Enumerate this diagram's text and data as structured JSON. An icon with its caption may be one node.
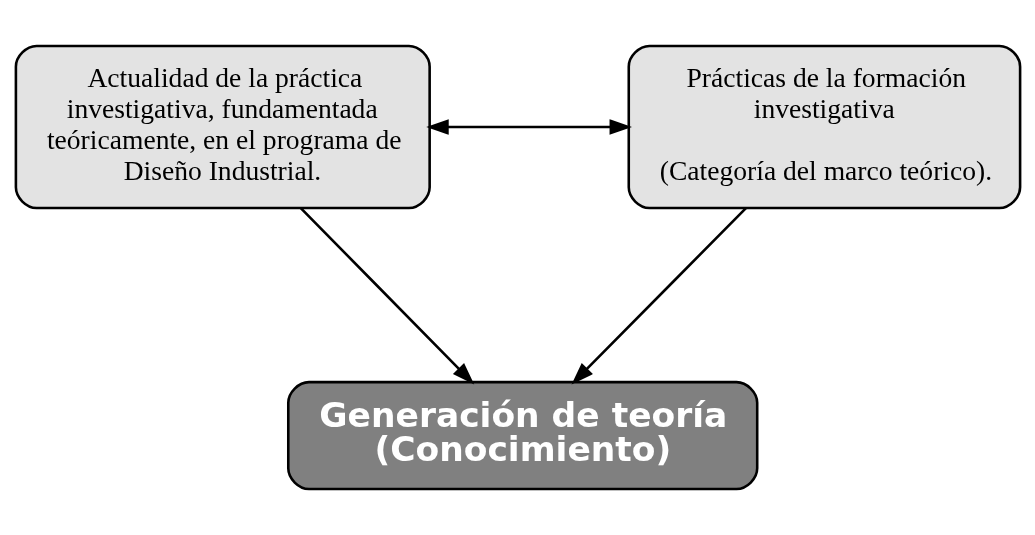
{
  "diagram": {
    "nodes": [
      {
        "text": [
          "Actualidad de la práctica investigativa, fundamentada teóricamente, en el programa de Diseño Industrial."
        ]
      },
      {
        "text": [
          "Prácticas de la formación investigativa",
          "(Categoría del marco teórico)."
        ]
      },
      {
        "text": [
          "Generación de teoría (Conocimiento)"
        ]
      }
    ],
    "edges": [
      {
        "from": 0,
        "to": 1,
        "arrow": "both"
      },
      {
        "from": 0,
        "to": 2,
        "arrow": "to"
      },
      {
        "from": 1,
        "to": 2,
        "arrow": "to"
      }
    ]
  }
}
